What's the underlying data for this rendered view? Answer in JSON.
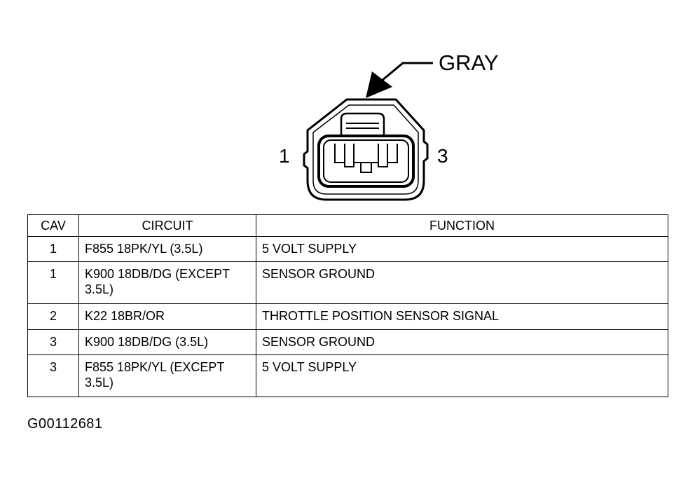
{
  "connector": {
    "color_label": "GRAY",
    "pin_left_label": "1",
    "pin_right_label": "3"
  },
  "table": {
    "headers": {
      "cav": "CAV",
      "circuit": "CIRCUIT",
      "function": "FUNCTION"
    },
    "rows": [
      {
        "cav": "1",
        "circuit": "F855 18PK/YL (3.5L)",
        "function": "5 VOLT SUPPLY"
      },
      {
        "cav": "1",
        "circuit": "K900 18DB/DG (EXCEPT 3.5L)",
        "function": "SENSOR GROUND"
      },
      {
        "cav": "2",
        "circuit": "K22 18BR/OR",
        "function": "THROTTLE POSITION SENSOR SIGNAL"
      },
      {
        "cav": "3",
        "circuit": "K900 18DB/DG (3.5L)",
        "function": "SENSOR GROUND"
      },
      {
        "cav": "3",
        "circuit": "F855 18PK/YL (EXCEPT 3.5L)",
        "function": "5 VOLT SUPPLY"
      }
    ]
  },
  "figure_id": "G00112681"
}
